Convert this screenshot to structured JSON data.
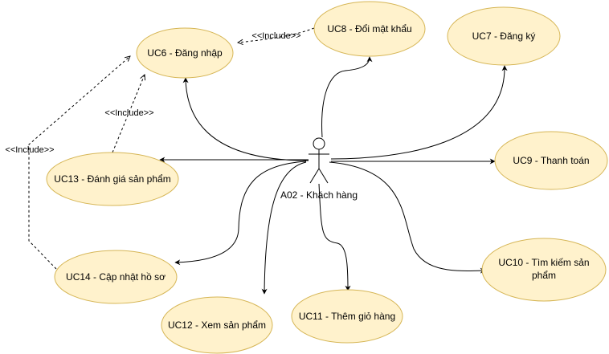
{
  "actor": {
    "label": "A02 - Khách hàng"
  },
  "use_cases": [
    {
      "id": "uc6",
      "label": "UC6 - Đăng nhập"
    },
    {
      "id": "uc8",
      "label": "UC8 - Đổi mật khẩu"
    },
    {
      "id": "uc7",
      "label": "UC7 - Đăng ký"
    },
    {
      "id": "uc9",
      "label": "UC9 - Thanh toán"
    },
    {
      "id": "uc13",
      "label": "UC13 - Đánh giá sản phẩm"
    },
    {
      "id": "uc14",
      "label": "UC14 - Cập nhật hồ sơ"
    },
    {
      "id": "uc12",
      "label": "UC12 - Xem sản phẩm"
    },
    {
      "id": "uc11",
      "label": "UC11 - Thêm giỏ hàng"
    },
    {
      "id": "uc10",
      "label_lines": [
        "UC10 - Tìm kiếm sản",
        "phẩm"
      ]
    }
  ],
  "include_label": "<<Include>>",
  "colors": {
    "ellipse_fill": "#fff2cc",
    "ellipse_stroke": "#d6b656",
    "line": "#000000"
  }
}
